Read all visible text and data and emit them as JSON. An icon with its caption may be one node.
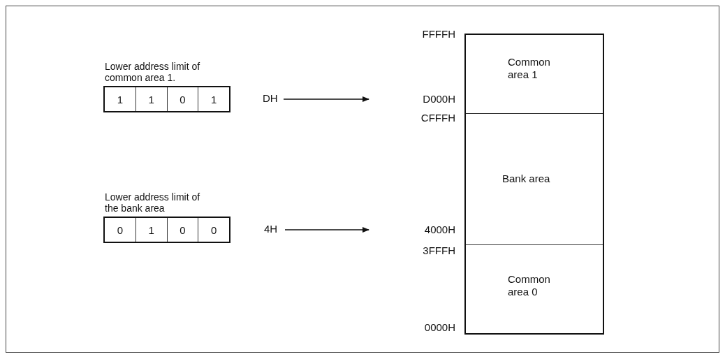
{
  "diagram": {
    "nodes": [
      {
        "text": [
          "Lower address limit of common area 1."
        ]
      },
      {
        "text": [
          "1"
        ],
        "in": 0
      },
      {
        "text": [
          "1"
        ],
        "in": 0
      },
      {
        "text": [
          "0"
        ],
        "in": 0
      },
      {
        "text": [
          "1"
        ],
        "in": 0
      },
      {
        "text": [
          "DH"
        ]
      },
      {
        "text": [
          "D000H"
        ]
      },
      {
        "text": [
          "Lower address limit of the bank area"
        ]
      },
      {
        "text": [
          "0"
        ],
        "in": 7
      },
      {
        "text": [
          "1"
        ],
        "in": 7
      },
      {
        "text": [
          "0"
        ],
        "in": 7
      },
      {
        "text": [
          "0"
        ],
        "in": 7
      },
      {
        "text": [
          "4H"
        ]
      },
      {
        "text": [
          "4000H"
        ]
      },
      {
        "text": [],
        "shape": "box"
      },
      {
        "text": [
          "Common area 1"
        ],
        "in": 14
      },
      {
        "text": [
          "Bank area"
        ],
        "in": 14
      },
      {
        "text": [
          "Common area 0"
        ],
        "in": 14
      }
    ],
    "edges": [
      {
        "from": 5,
        "to": 6,
        "arrow": "to"
      },
      {
        "from": 12,
        "to": 13,
        "arrow": "to"
      }
    ],
    "labels": [
      "FFFFH",
      "CFFFH",
      "3FFFH",
      "0000H"
    ]
  }
}
